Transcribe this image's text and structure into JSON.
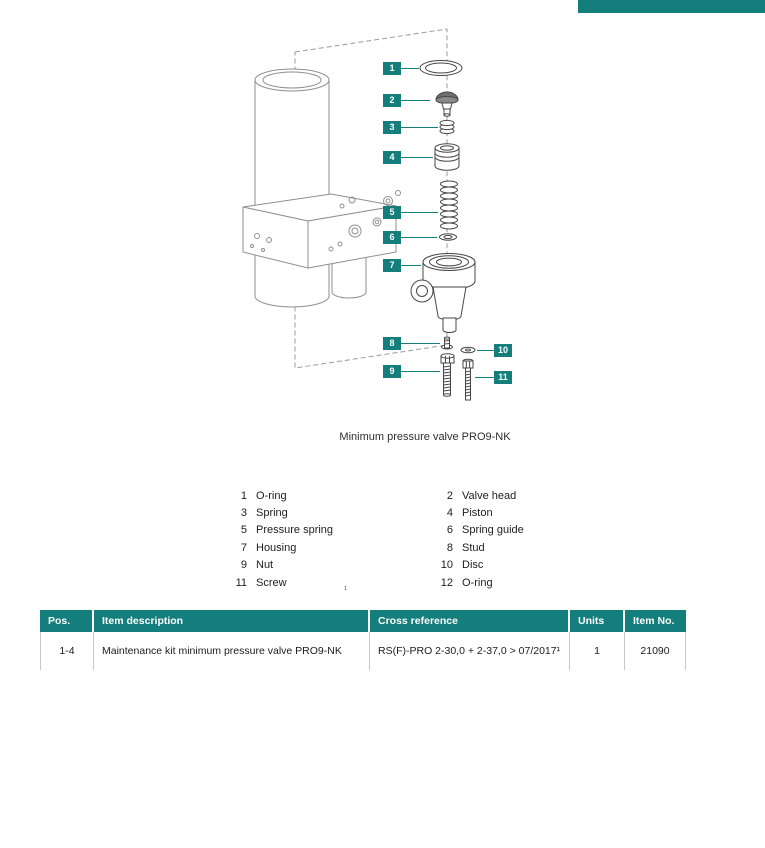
{
  "colors": {
    "accent_teal": "#137e7c",
    "drawing_gray": "#8f8f8f",
    "part_line": "#474747"
  },
  "diagram": {
    "caption": "Minimum pressure valve PRO9-NK",
    "badges": [
      "1",
      "2",
      "3",
      "4",
      "5",
      "6",
      "7",
      "8",
      "9",
      "10",
      "11"
    ]
  },
  "legend": {
    "left": [
      {
        "num": "1",
        "label": "O-ring"
      },
      {
        "num": "3",
        "label": "Spring"
      },
      {
        "num": "5",
        "label": "Pressure spring"
      },
      {
        "num": "7",
        "label": "Housing"
      },
      {
        "num": "9",
        "label": "Nut"
      },
      {
        "num": "11",
        "label": "Screw"
      }
    ],
    "right": [
      {
        "num": "2",
        "label": "Valve head"
      },
      {
        "num": "4",
        "label": "Piston"
      },
      {
        "num": "6",
        "label": "Spring guide"
      },
      {
        "num": "8",
        "label": "Stud"
      },
      {
        "num": "10",
        "label": "Disc"
      },
      {
        "num": "12",
        "label": "O-ring"
      }
    ]
  },
  "footnote": {
    "mark": "¹"
  },
  "table": {
    "headers": [
      "Pos.",
      "Item description",
      "Cross reference",
      "Units",
      "Item No."
    ],
    "rows": [
      {
        "pos": "1-4",
        "description": "Maintenance kit minimum pressure valve PRO9-NK",
        "cross_reference": "RS(F)-PRO 2-30,0 + 2-37,0 > 07/2017¹",
        "units": "1",
        "item_no": "21090"
      }
    ]
  }
}
